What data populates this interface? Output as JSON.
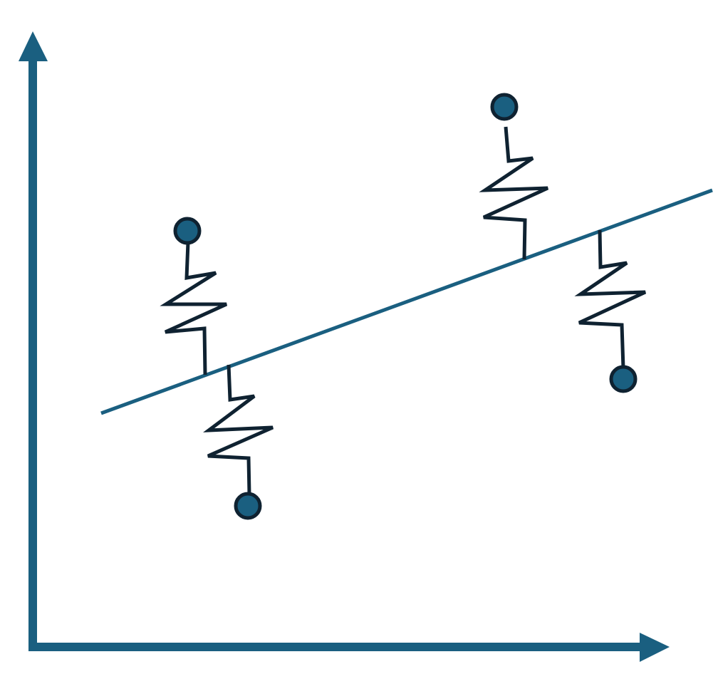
{
  "diagram": {
    "kind": "regression-line-with-springs",
    "colors": {
      "axis": "#1a5f80",
      "fit_line": "#1a5f80",
      "spring": "#0f2231",
      "point_fill": "#1a5f80",
      "point_stroke": "#0f2231",
      "background": "#ffffff"
    },
    "icons": {
      "axis_arrow": "triangle-arrow-icon",
      "point": "circle-dot-icon",
      "spring": "zigzag-spring-icon"
    },
    "data_points": [
      {
        "id": "point-1",
        "position": "above-line"
      },
      {
        "id": "point-2",
        "position": "below-line"
      },
      {
        "id": "point-3",
        "position": "above-line"
      },
      {
        "id": "point-4",
        "position": "below-line"
      }
    ]
  }
}
